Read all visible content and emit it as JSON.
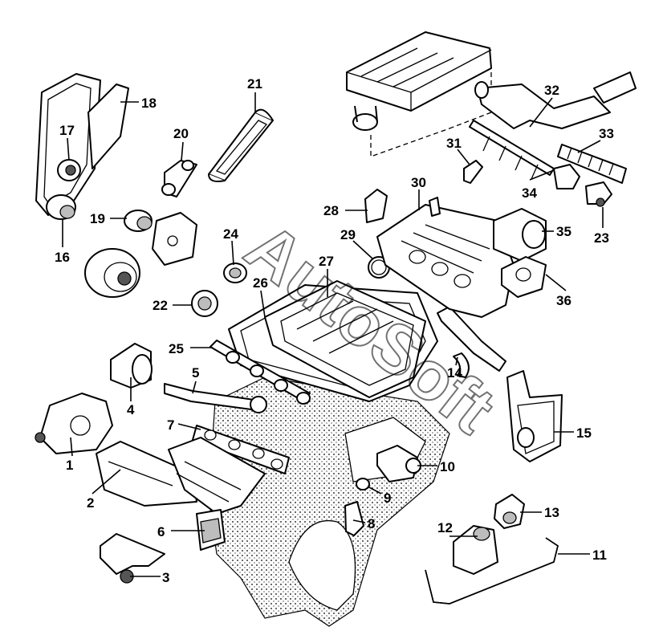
{
  "diagram": {
    "watermark": "AutoSoft",
    "callouts": [
      {
        "id": "1",
        "label": "1"
      },
      {
        "id": "2",
        "label": "2"
      },
      {
        "id": "3",
        "label": "3"
      },
      {
        "id": "4",
        "label": "4"
      },
      {
        "id": "5",
        "label": "5"
      },
      {
        "id": "6",
        "label": "6"
      },
      {
        "id": "7",
        "label": "7"
      },
      {
        "id": "8",
        "label": "8"
      },
      {
        "id": "9",
        "label": "9"
      },
      {
        "id": "10",
        "label": "10"
      },
      {
        "id": "11",
        "label": "11"
      },
      {
        "id": "12",
        "label": "12"
      },
      {
        "id": "13",
        "label": "13"
      },
      {
        "id": "14",
        "label": "14"
      },
      {
        "id": "15",
        "label": "15"
      },
      {
        "id": "16",
        "label": "16"
      },
      {
        "id": "17",
        "label": "17"
      },
      {
        "id": "18",
        "label": "18"
      },
      {
        "id": "19",
        "label": "19"
      },
      {
        "id": "20",
        "label": "20"
      },
      {
        "id": "21",
        "label": "21"
      },
      {
        "id": "22",
        "label": "22"
      },
      {
        "id": "23",
        "label": "23"
      },
      {
        "id": "24",
        "label": "24"
      },
      {
        "id": "25",
        "label": "25"
      },
      {
        "id": "26",
        "label": "26"
      },
      {
        "id": "27",
        "label": "27"
      },
      {
        "id": "28",
        "label": "28"
      },
      {
        "id": "29",
        "label": "29"
      },
      {
        "id": "30",
        "label": "30"
      },
      {
        "id": "31",
        "label": "31"
      },
      {
        "id": "32",
        "label": "32"
      },
      {
        "id": "33",
        "label": "33"
      },
      {
        "id": "34",
        "label": "34"
      },
      {
        "id": "35",
        "label": "35"
      },
      {
        "id": "36",
        "label": "36"
      }
    ]
  }
}
